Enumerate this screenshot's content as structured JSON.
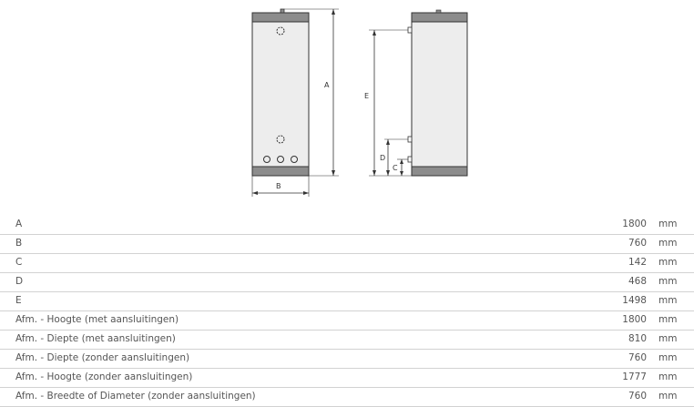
{
  "diagram": {
    "labels": {
      "a": "A",
      "b": "B",
      "c": "C",
      "d": "D",
      "e": "E"
    }
  },
  "specs": [
    {
      "label": "A",
      "value": "1800",
      "unit": "mm"
    },
    {
      "label": "B",
      "value": "760",
      "unit": "mm"
    },
    {
      "label": "C",
      "value": "142",
      "unit": "mm"
    },
    {
      "label": "D",
      "value": "468",
      "unit": "mm"
    },
    {
      "label": "E",
      "value": "1498",
      "unit": "mm"
    },
    {
      "label": "Afm. - Hoogte (met aansluitingen)",
      "value": "1800",
      "unit": "mm"
    },
    {
      "label": "Afm. - Diepte (met aansluitingen)",
      "value": "810",
      "unit": "mm"
    },
    {
      "label": "Afm. - Diepte (zonder aansluitingen)",
      "value": "760",
      "unit": "mm"
    },
    {
      "label": "Afm. - Hoogte (zonder aansluitingen)",
      "value": "1777",
      "unit": "mm"
    },
    {
      "label": "Afm. - Breedte of Diameter (zonder aansluitingen)",
      "value": "760",
      "unit": "mm"
    }
  ]
}
